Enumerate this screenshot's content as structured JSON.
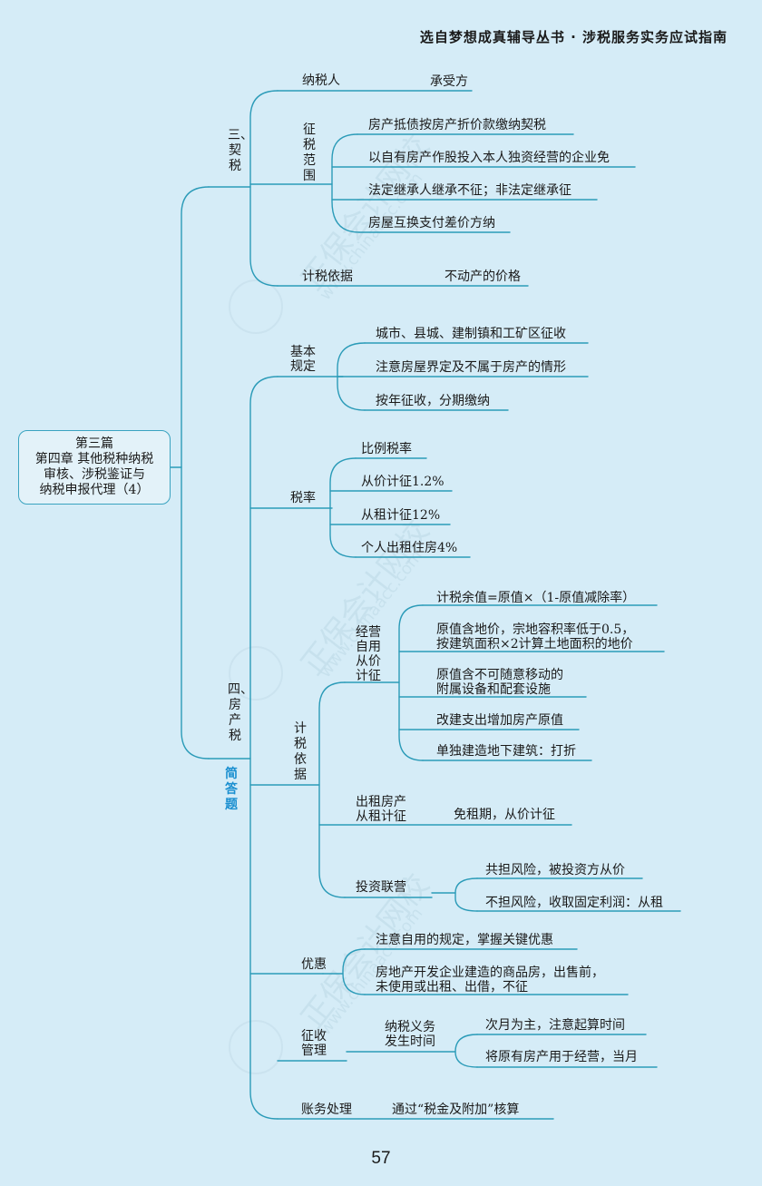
{
  "header": "选自梦想成真辅导丛书 · 涉税服务实务应试指南",
  "page_number": "57",
  "watermark": {
    "text": "正保会计网校",
    "url": "www.chinaacc.com"
  },
  "root": {
    "lines": [
      "第三篇",
      "第四章 其他税种纳税",
      "审核、涉税鉴证与",
      "纳税申报代理（4）"
    ]
  },
  "deed_tax": {
    "label": "三、契税",
    "taxpayer": {
      "label": "纳税人",
      "value": "承受方"
    },
    "scope": {
      "label": "征税范围",
      "items": [
        "房产抵债按房产折价款缴纳契税",
        "以自有房产作股投入本人独资经营的企业免",
        "法定继承人继承不征；非法定继承征",
        "房屋互换支付差价方纳"
      ]
    },
    "basis": {
      "label": "计税依据",
      "value": "不动产的价格"
    }
  },
  "property_tax": {
    "label": "四、房产税",
    "tag": "简答题",
    "basic": {
      "label": "基本\n规定",
      "items": [
        "城市、县城、建制镇和工矿区征收",
        "注意房屋界定及不属于房产的情形",
        "按年征收，分期缴纳"
      ]
    },
    "rate": {
      "label": "税率",
      "items": [
        "比例税率",
        "从价计征1.2%",
        "从租计征12%",
        "个人出租住房4%"
      ]
    },
    "basis": {
      "label": "计税依据",
      "self_use": {
        "label": "经营\n自用\n从价\n计征",
        "items": [
          "计税余值=原值×（1-原值减除率）",
          "原值含地价，宗地容积率低于0.5，\n按建筑面积×2计算土地面积的地价",
          "原值含不可随意移动的\n附属设备和配套设施",
          "改建支出增加房产原值",
          "单独建造地下建筑：打折"
        ]
      },
      "rent": {
        "label": "出租房产\n从租计征",
        "value": "免租期，从价计征"
      },
      "invest": {
        "label": "投资联营",
        "items": [
          "共担风险，被投资方从价",
          "不担风险，收取固定利润：从租"
        ]
      }
    },
    "preferential": {
      "label": "优惠",
      "items": [
        "注意自用的规定，掌握关键优惠",
        "房地产开发企业建造的商品房，出售前，\n未使用或出租、出借，不征"
      ]
    },
    "administration": {
      "label": "征收\n管理",
      "time": {
        "label": "纳税义务\n发生时间",
        "items": [
          "次月为主，注意起算时间",
          "将原有房产用于经营，当月"
        ]
      }
    },
    "accounting": {
      "label": "账务处理",
      "value": "通过“税金及附加”核算"
    }
  }
}
